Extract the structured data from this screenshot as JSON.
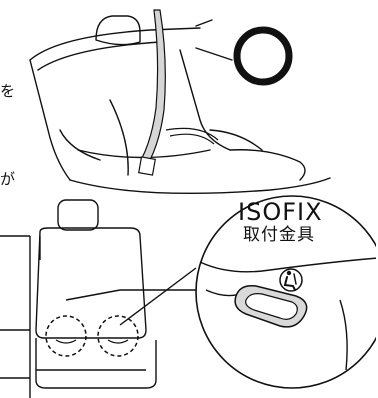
{
  "partial_text": {
    "fragment_1": "を",
    "fragment_2": "が"
  },
  "callout": {
    "title_line1": "ISOFIX",
    "title_line2": "取付金具"
  },
  "colors": {
    "line": "#111111",
    "ring": "#111111",
    "belt": "#cfcfcf",
    "dashed_circle": "#111111"
  },
  "icons": [
    "ring-mark-icon",
    "child-seat-symbol-icon"
  ]
}
